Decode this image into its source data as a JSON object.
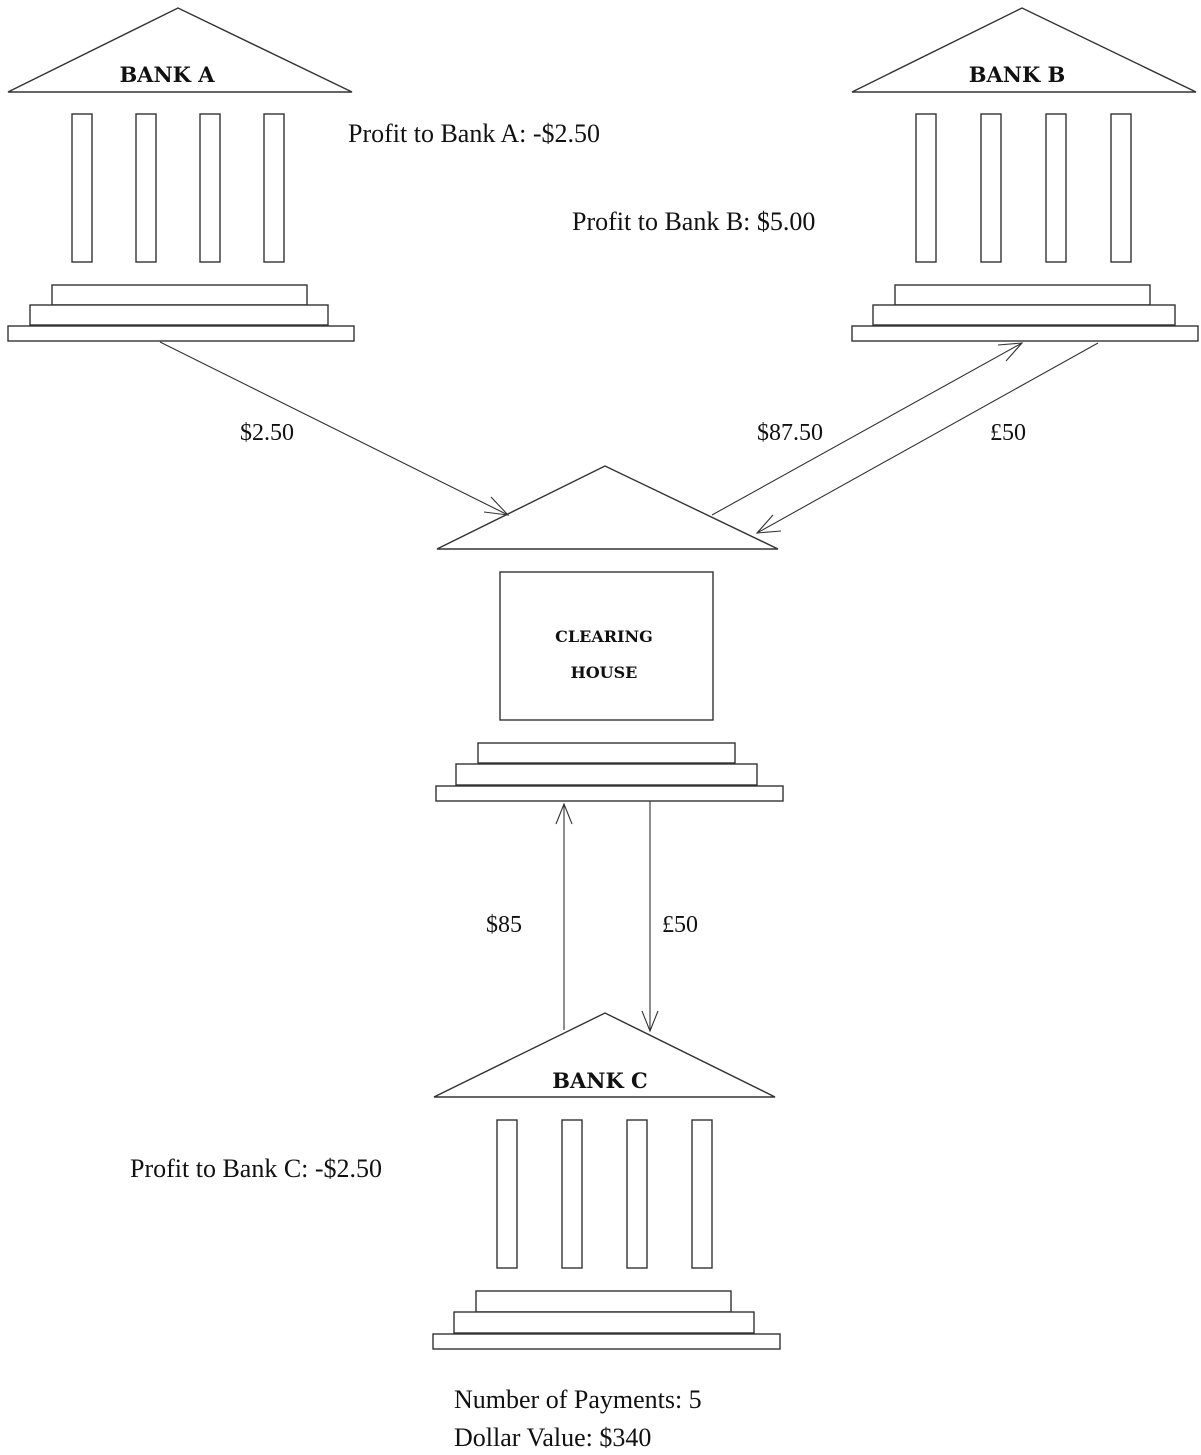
{
  "banks": {
    "a": {
      "name": "BANK A",
      "profit": "Profit to Bank A: -$2.50"
    },
    "b": {
      "name": "BANK B",
      "profit": "Profit to Bank B: $5.00"
    },
    "c": {
      "name": "BANK C",
      "profit": "Profit to Bank C: -$2.50"
    }
  },
  "clearing_house": {
    "line1": "CLEARING",
    "line2": "HOUSE"
  },
  "flows": {
    "a_to_ch": "$2.50",
    "ch_to_b": "$87.50",
    "b_to_ch": "£50",
    "c_to_ch": "$85",
    "ch_to_c": "£50"
  },
  "summary": {
    "payments": "Number of Payments: 5",
    "dollar_value": "Dollar Value: $340"
  }
}
